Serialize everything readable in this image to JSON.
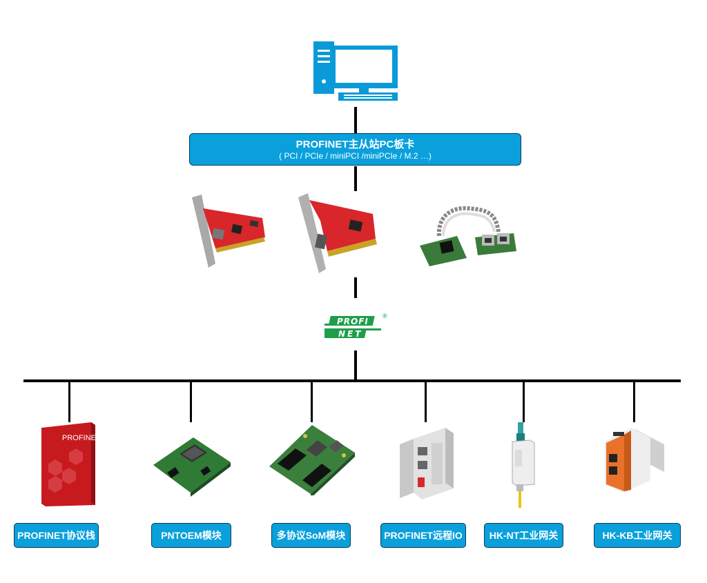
{
  "master": {
    "title": "PROFINET主从站PC板卡",
    "subtitle": "( PCI / PCIe / miniPCI /miniPCIe / M.2 …)"
  },
  "logo": {
    "line1": "PROFI",
    "line2": "NET",
    "registered": "®",
    "color": "#1f9e4a"
  },
  "stack_box_text": "PROFINET",
  "products": [
    {
      "label": "PROFINET协议栈",
      "icon": "software-box-icon"
    },
    {
      "label": "PNTOEM模块",
      "icon": "oem-module-icon"
    },
    {
      "label": "多协议SoM模块",
      "icon": "som-module-icon"
    },
    {
      "label": "PROFINET远程IO",
      "icon": "remote-io-icon"
    },
    {
      "label": "HK-NT工业网关",
      "icon": "nt-gateway-icon"
    },
    {
      "label": "HK-KB工业网关",
      "icon": "kb-gateway-icon"
    }
  ],
  "colors": {
    "accent": "#0aa0dc",
    "border": "#0a3a5a",
    "card_red": "#d8262b",
    "pc_blue": "#0a9ad8"
  }
}
